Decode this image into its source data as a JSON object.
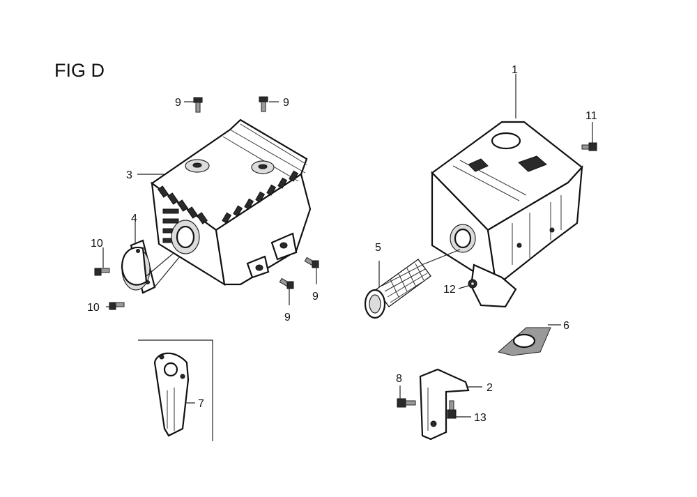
{
  "title": "FIG D",
  "callouts": {
    "c1": "1",
    "c2": "2",
    "c3": "3",
    "c4": "4",
    "c5": "5",
    "c6": "6",
    "c7": "7",
    "c8": "8",
    "c9a": "9",
    "c9b": "9",
    "c9c": "9",
    "c9d": "9",
    "c10a": "10",
    "c10b": "10",
    "c11": "11",
    "c12": "12",
    "c13": "13"
  }
}
